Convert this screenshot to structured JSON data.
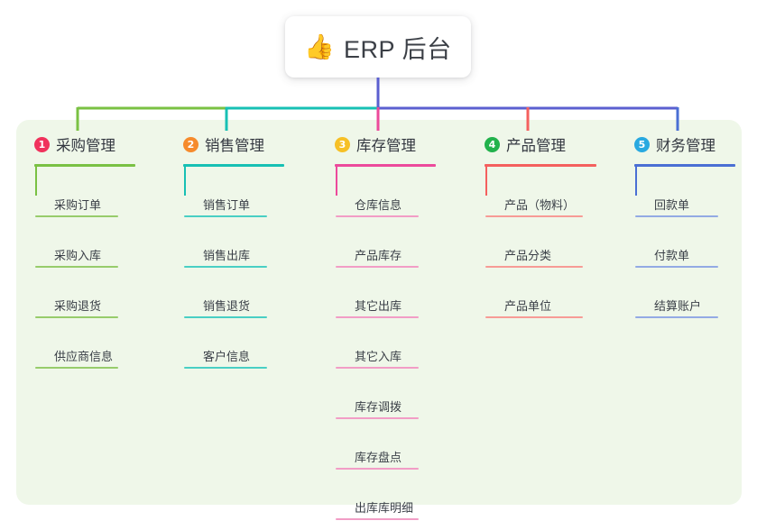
{
  "root": {
    "icon": "thumbs-up-emoji",
    "icon_glyph": "👍",
    "label": "ERP 后台"
  },
  "panel": {
    "background": "#eff7e9"
  },
  "bus": {
    "segments": [
      {
        "name": "green-segment",
        "color": "#7ac143"
      },
      {
        "name": "teal-segment",
        "color": "#0fc0b0"
      },
      {
        "name": "indigo-segment",
        "color": "#5b5fd0"
      }
    ]
  },
  "columns": [
    {
      "index": "1",
      "badge_glyph": "1",
      "badge_color": "#f0325c",
      "title": "采购管理",
      "line_color": "#7ac143",
      "leaf_line_color": "#97cc6b",
      "drop_color": "#7ac143",
      "items": [
        {
          "label": "采购订单"
        },
        {
          "label": "采购入库"
        },
        {
          "label": "采购退货"
        },
        {
          "label": "供应商信息"
        }
      ]
    },
    {
      "index": "2",
      "badge_glyph": "2",
      "badge_color": "#f68b2c",
      "title": "销售管理",
      "line_color": "#17c0b4",
      "leaf_line_color": "#49cfc4",
      "drop_color": "#17c0b4",
      "items": [
        {
          "label": "销售订单"
        },
        {
          "label": "销售出库"
        },
        {
          "label": "销售退货"
        },
        {
          "label": "客户信息"
        }
      ]
    },
    {
      "index": "3",
      "badge_glyph": "3",
      "badge_color": "#f6c026",
      "title": "库存管理",
      "line_color": "#ec4a9b",
      "leaf_line_color": "#f29dc6",
      "drop_color": "#ec4a9b",
      "items": [
        {
          "label": "仓库信息"
        },
        {
          "label": "产品库存"
        },
        {
          "label": "其它出库"
        },
        {
          "label": "其它入库"
        },
        {
          "label": "库存调拨"
        },
        {
          "label": "库存盘点"
        },
        {
          "label": "出库库明细"
        }
      ]
    },
    {
      "index": "4",
      "badge_glyph": "4",
      "badge_color": "#22b24c",
      "title": "产品管理",
      "line_color": "#f4605e",
      "leaf_line_color": "#f79b96",
      "drop_color": "#f4605e",
      "items": [
        {
          "label": "产品（物料）"
        },
        {
          "label": "产品分类"
        },
        {
          "label": "产品单位"
        }
      ]
    },
    {
      "index": "5",
      "badge_glyph": "5",
      "badge_color": "#29a9e0",
      "title": "财务管理",
      "line_color": "#4a6fd4",
      "leaf_line_color": "#93aae4",
      "drop_color": "#4a6fd4",
      "items": [
        {
          "label": "回款单"
        },
        {
          "label": "付款单"
        },
        {
          "label": "结算账户"
        }
      ]
    }
  ]
}
